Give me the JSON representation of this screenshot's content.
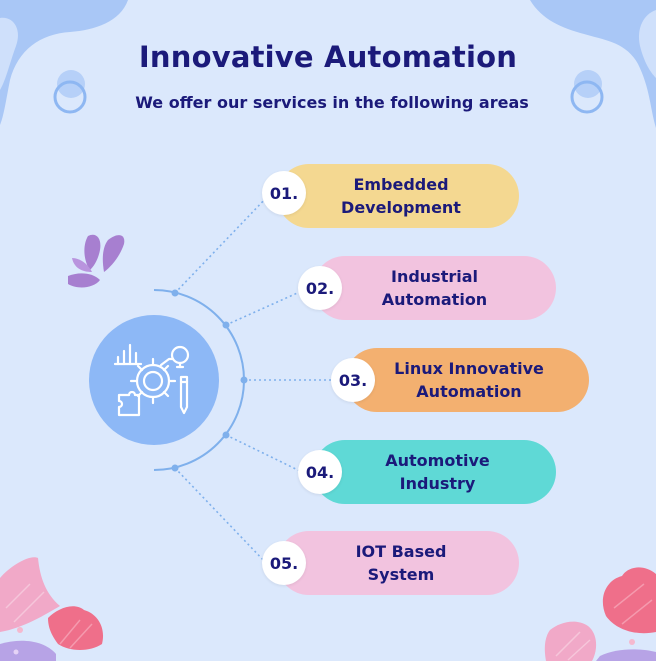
{
  "header": {
    "title": "Innovative Automation",
    "subtitle": "We offer our services in the following areas"
  },
  "icons": {
    "hub": "automation-gear-icon"
  },
  "colors": {
    "background": "#dbe8fc",
    "title": "#1b1a7a",
    "hub_circle": "#8db8f6",
    "connector": "#7fb0ec"
  },
  "services": [
    {
      "number": "01.",
      "label": "Embedded\nDevelopment",
      "color": "#f4d891"
    },
    {
      "number": "02.",
      "label": "Industrial\nAutomation",
      "color": "#f2c3df"
    },
    {
      "number": "03.",
      "label": "Linux Innovative\nAutomation",
      "color": "#f3b070"
    },
    {
      "number": "04.",
      "label": "Automotive\nIndustry",
      "color": "#5fd9d6"
    },
    {
      "number": "05.",
      "label": "IOT Based\nSystem",
      "color": "#f2c3df"
    }
  ]
}
